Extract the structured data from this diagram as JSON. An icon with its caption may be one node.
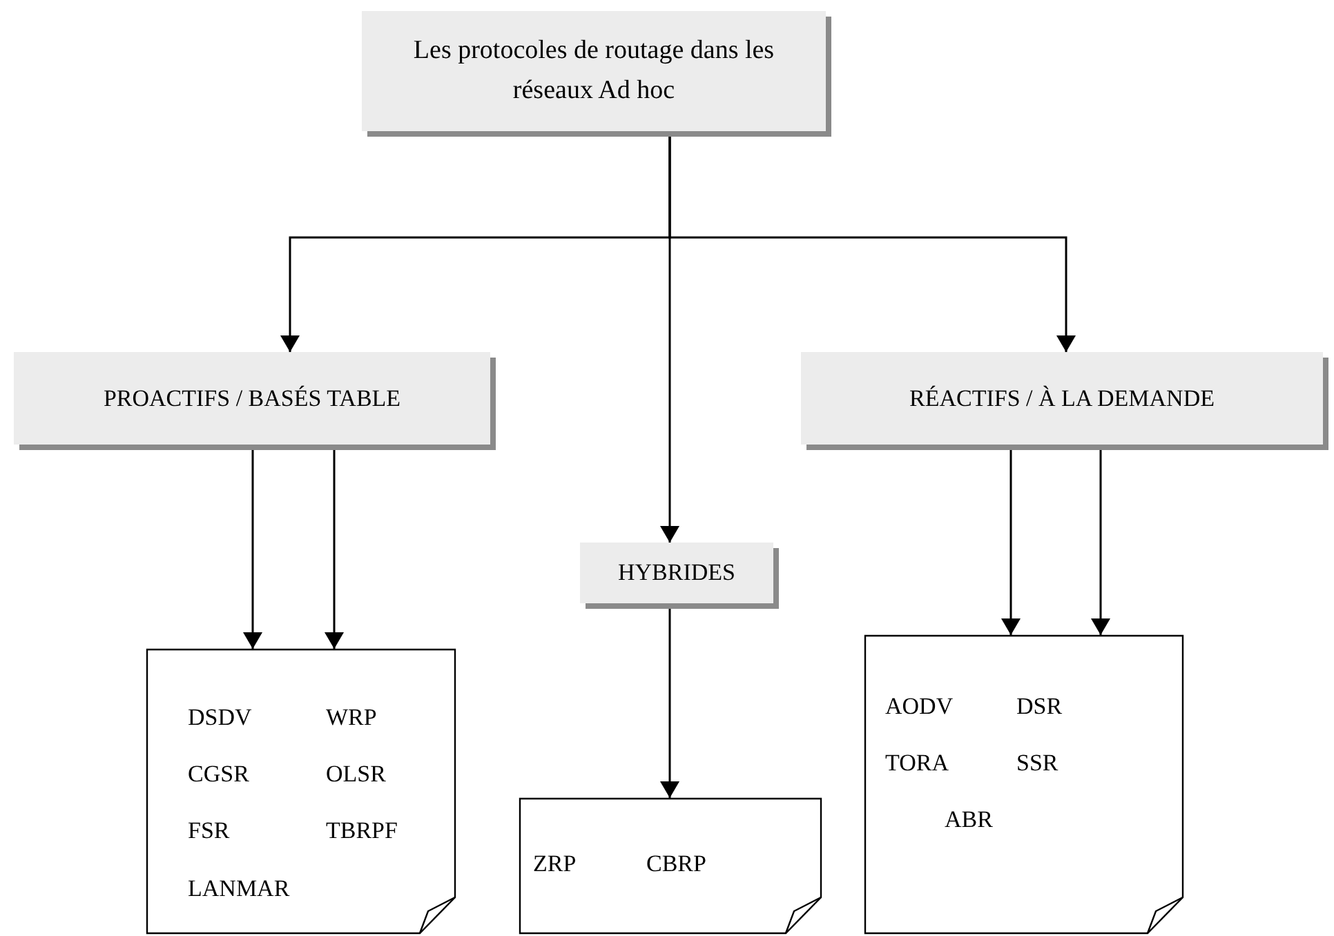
{
  "diagram": {
    "nodes": [
      {
        "text": [
          "Les protocoles de routage dans les réseaux Ad hoc"
        ]
      },
      {
        "text": [
          "PROACTIFS / BASÉS TABLE"
        ]
      },
      {
        "text": [
          "RÉACTIFS / À LA DEMANDE"
        ]
      },
      {
        "text": [
          "HYBRIDES"
        ]
      },
      {
        "text": [
          "DSDV",
          "WRP",
          "CGSR",
          "OLSR",
          "FSR",
          "TBRPF",
          "LANMAR"
        ]
      },
      {
        "text": [
          "ZRP",
          "CBRP"
        ]
      },
      {
        "text": [
          "AODV",
          "DSR",
          "TORA",
          "SSR",
          "ABR"
        ]
      }
    ],
    "edges": [
      {
        "from": 0,
        "to": 1,
        "arrow": "to"
      },
      {
        "from": 0,
        "to": 3,
        "arrow": "to"
      },
      {
        "from": 0,
        "to": 2,
        "arrow": "to"
      },
      {
        "from": 1,
        "to": 4,
        "arrow": "to"
      },
      {
        "from": 1,
        "to": 4,
        "arrow": "to"
      },
      {
        "from": 3,
        "to": 5,
        "arrow": "to"
      },
      {
        "from": 2,
        "to": 6,
        "arrow": "to"
      },
      {
        "from": 2,
        "to": 6,
        "arrow": "to"
      }
    ]
  }
}
